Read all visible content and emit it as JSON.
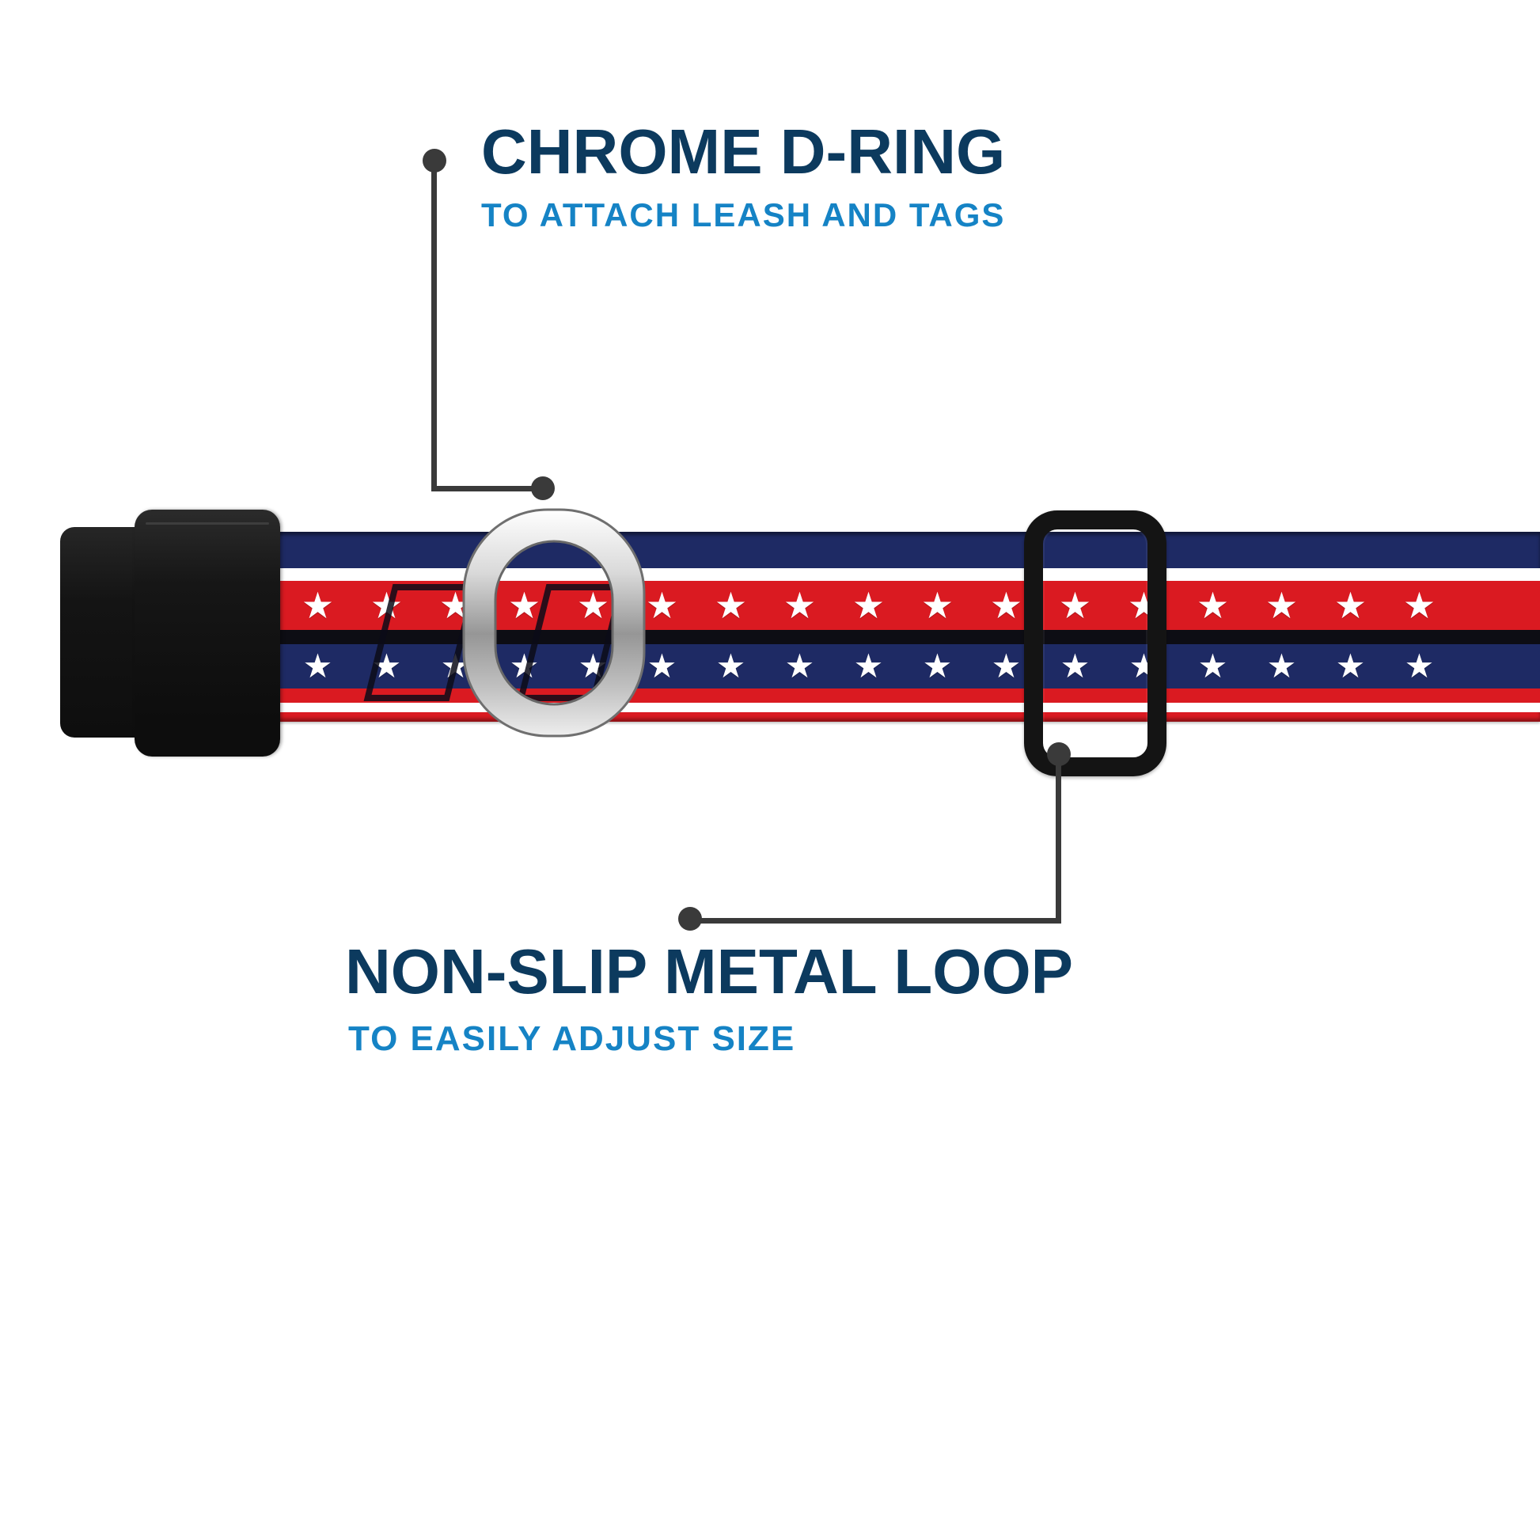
{
  "callouts": {
    "dring": {
      "title": "CHROME D-RING",
      "subtitle": "TO ATTACH LEASH AND TAGS"
    },
    "loop": {
      "title": "NON-SLIP METAL LOOP",
      "subtitle": "TO EASILY ADJUST SIZE"
    }
  },
  "collar": {
    "star_glyph": "★",
    "star_count": 19
  },
  "colors": {
    "navy": "#1e2a64",
    "red": "#da1a21",
    "stripe-black": "#0d0d14",
    "white": "#ffffff",
    "title-navy": "#0c3a5e",
    "subtitle-blue": "#1583c5",
    "line-dark": "#3a3a3a",
    "buckle-black": "#141414",
    "chrome-light": "#f2f2f2",
    "chrome-dark": "#8f8f8f"
  }
}
